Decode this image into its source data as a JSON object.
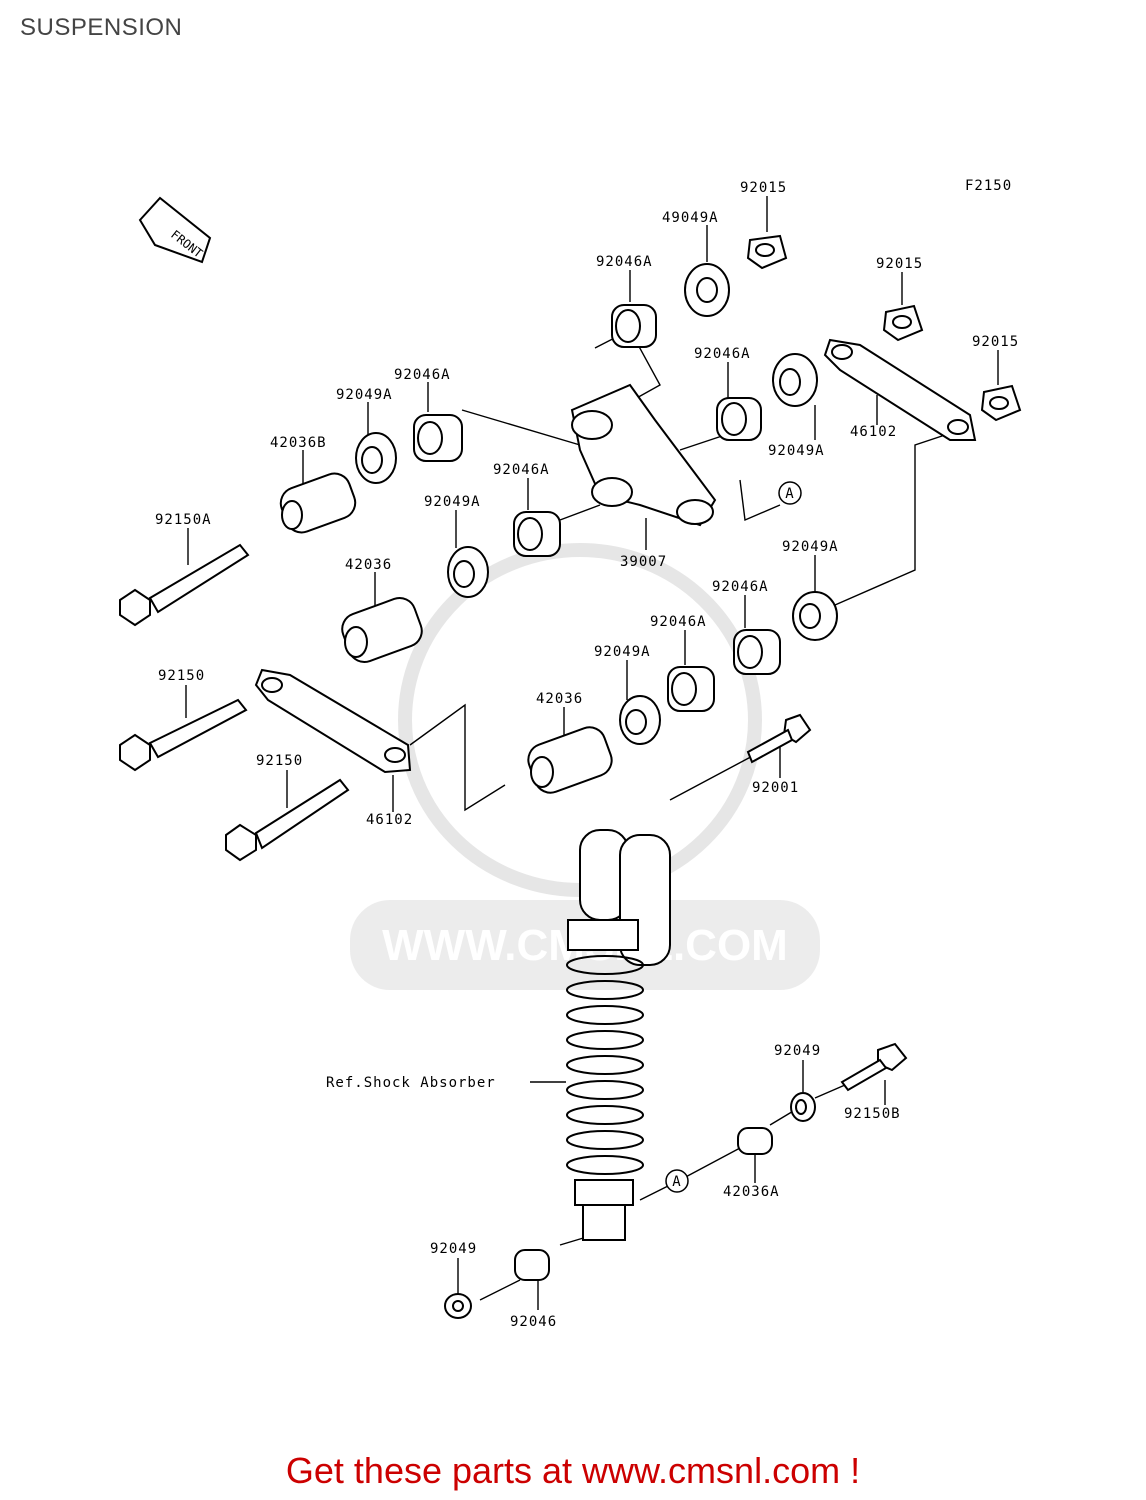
{
  "page_title": "SUSPENSION",
  "figure_code": "F2150",
  "front_label": "FRONT",
  "watermark": "WWW.CMSNL.COM",
  "parts": {
    "p92015_top": "92015",
    "p49049A": "49049A",
    "p92046A_top": "92046A",
    "p92015_mid": "92015",
    "p92015_right": "92015",
    "p92046A_mid": "92046A",
    "p46102_top": "46102",
    "p92049A_upper": "92049A",
    "p92046A_left": "92046A",
    "p92049A_left": "92049A",
    "p42036B": "42036B",
    "p92046A_center": "92046A",
    "p92049A_center": "92049A",
    "circle_a_top": "A",
    "p92150A": "92150A",
    "p39007": "39007",
    "p92049A_right": "92049A",
    "p42036_upper": "42036",
    "p92046A_lower1": "92046A",
    "p92046A_lower2": "92046A",
    "p92049A_lower": "92049A",
    "p92150_upper": "92150",
    "p42036_lower": "42036",
    "p92150_lower": "92150",
    "p92001": "92001",
    "p46102_bottom": "46102",
    "ref_shock": "Ref.Shock Absorber",
    "p92049_right": "92049",
    "p92150B": "92150B",
    "circle_a_bottom": "A",
    "p42036A": "42036A",
    "p92049_bottom": "92049",
    "p92046_bottom": "92046"
  },
  "footer_text": "Get these parts at www.cmsnl.com !"
}
